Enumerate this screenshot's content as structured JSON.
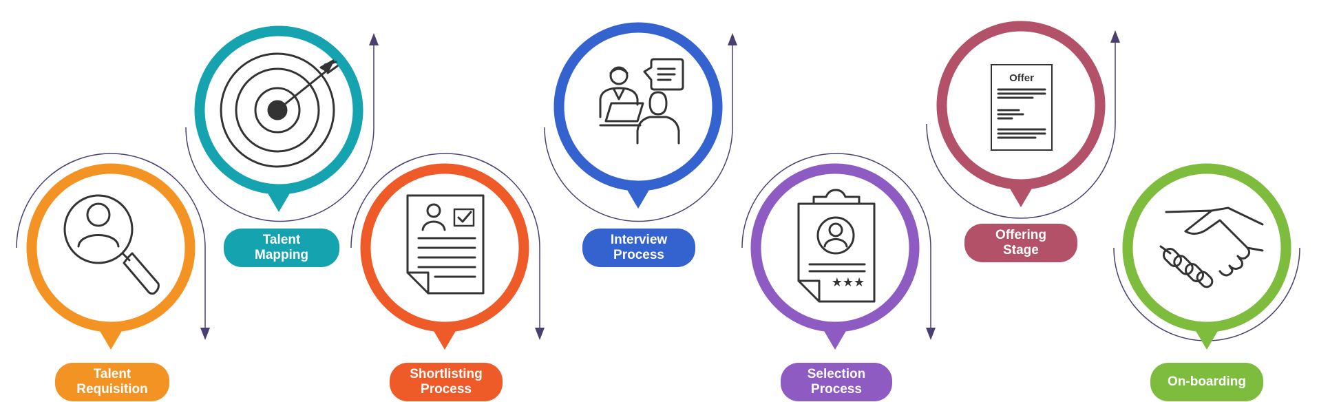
{
  "steps": [
    {
      "id": "talent-requisition",
      "label": "Talent\nRequisition",
      "color": "#F39323",
      "icon": "user-search-icon"
    },
    {
      "id": "talent-mapping",
      "label": "Talent\nMapping",
      "color": "#16A3B0",
      "icon": "target-arrow-icon"
    },
    {
      "id": "shortlisting-process",
      "label": "Shortlisting\nProcess",
      "color": "#EE5A28",
      "icon": "resume-document-icon"
    },
    {
      "id": "interview-process",
      "label": "Interview\nProcess",
      "color": "#3462CF",
      "icon": "interview-icon"
    },
    {
      "id": "selection-process",
      "label": "Selection\nProcess",
      "color": "#8D5BC1",
      "icon": "clipboard-candidate-icon"
    },
    {
      "id": "offering-stage",
      "label": "Offering\nStage",
      "color": "#B25167",
      "icon": "offer-letter-icon"
    },
    {
      "id": "on-boarding",
      "label": "On-boarding",
      "color": "#7DBC3D",
      "icon": "handshake-icon"
    }
  ],
  "offer_doc_title": "Offer",
  "rating_stars": "★★★",
  "arrow_color": "#4B3F72",
  "icon_color": "#333333"
}
